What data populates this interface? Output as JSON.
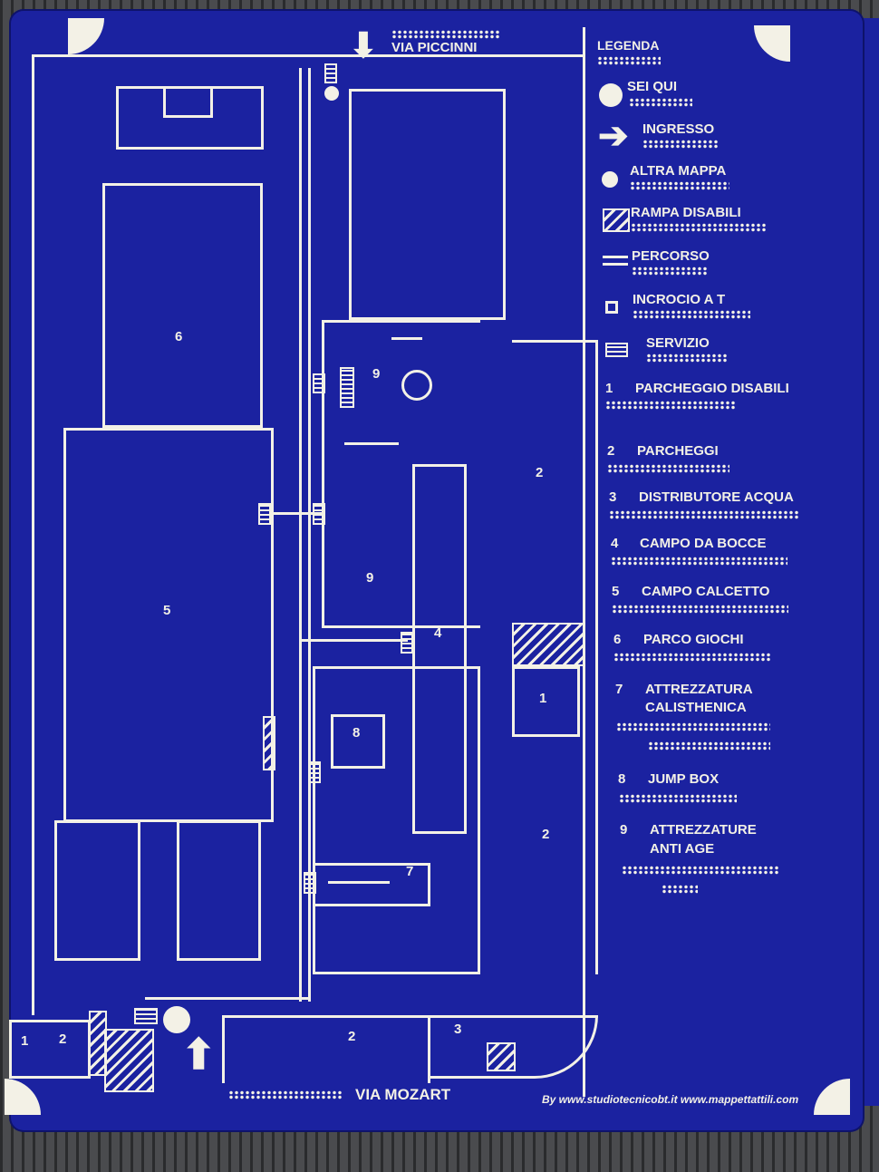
{
  "top_street": "VIA PICCINNI",
  "bottom_street": "VIA MOZART",
  "credits": "By www.studiotecnicobt.it www.mappettattili.com",
  "map_labels": [
    "1",
    "2",
    "2",
    "2",
    "2",
    "3",
    "4",
    "5",
    "6",
    "7",
    "8",
    "9",
    "9",
    "1",
    "2"
  ],
  "legend": {
    "title": "LEGENDA",
    "symbols": [
      {
        "icon": "you-are-here-circle",
        "label": "SEI QUI"
      },
      {
        "icon": "arrow-right",
        "label": "INGRESSO"
      },
      {
        "icon": "small-circle",
        "label": "ALTRA MAPPA"
      },
      {
        "icon": "ramp",
        "label": "RAMPA DISABILI"
      },
      {
        "icon": "double-lines",
        "label": "PERCORSO"
      },
      {
        "icon": "square",
        "label": "INCROCIO A T"
      },
      {
        "icon": "hatched-rect",
        "label": "SERVIZIO"
      }
    ],
    "items": [
      {
        "num": "1",
        "label": "PARCHEGGIO DISABILI"
      },
      {
        "num": "2",
        "label": "PARCHEGGI"
      },
      {
        "num": "3",
        "label": "DISTRIBUTORE ACQUA"
      },
      {
        "num": "4",
        "label": "CAMPO DA BOCCE"
      },
      {
        "num": "5",
        "label": "CAMPO CALCETTO"
      },
      {
        "num": "6",
        "label": "PARCO GIOCHI"
      },
      {
        "num": "7",
        "label": "ATTREZZATURA",
        "label2": "CALISTHENICA"
      },
      {
        "num": "8",
        "label": "JUMP BOX"
      },
      {
        "num": "9",
        "label": "ATTREZZATURE",
        "label2": "ANTI AGE"
      }
    ]
  }
}
